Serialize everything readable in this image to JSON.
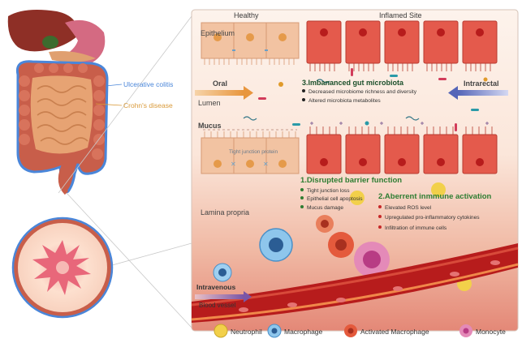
{
  "headers": {
    "healthy": "Healthy",
    "inflamed": "Inflamed Site"
  },
  "anatomy": {
    "uc": "Ulcerative colitis",
    "cd": "Crohn's disease"
  },
  "layers": {
    "epithelium": "Epithelium",
    "lumen": "Lumen",
    "mucus": "Mucus",
    "lamina": "Lamina propria",
    "tj": "Tight junction protein",
    "blood": "Blood vessel"
  },
  "routes": {
    "oral": "Oral",
    "rectal": "Intrarectal",
    "iv": "Intravenous"
  },
  "microbiota": {
    "title": "3.Imbananced gut microbiota",
    "items": [
      "Decreased microbiome richness and diversity",
      "Altered microbiota metabolites"
    ]
  },
  "barrier": {
    "title": "1.Disrupted barrier function",
    "items": [
      "Tight junction loss",
      "Epithelial cell apoptosis",
      "Mucus damage"
    ]
  },
  "immune": {
    "title": "2.Aberrent inmmune activation",
    "items": [
      "Elevated ROS level",
      "Upregulated pro-inflammatory cytokines",
      "Infiltration of immune cells"
    ]
  },
  "legend": [
    "Neutrophil",
    "Macrophage",
    "Activated Macrophage",
    "Monocyte"
  ],
  "colors": {
    "uc": "#4a86d9",
    "cd": "#d99a3a",
    "healthy_cell": "#f2c3a2",
    "inflamed_cell": "#e45a4c",
    "heading": "#2e7d32",
    "oral": "#e8a04a",
    "rectal": "#5565b8",
    "vessel": "#b71c1c"
  }
}
